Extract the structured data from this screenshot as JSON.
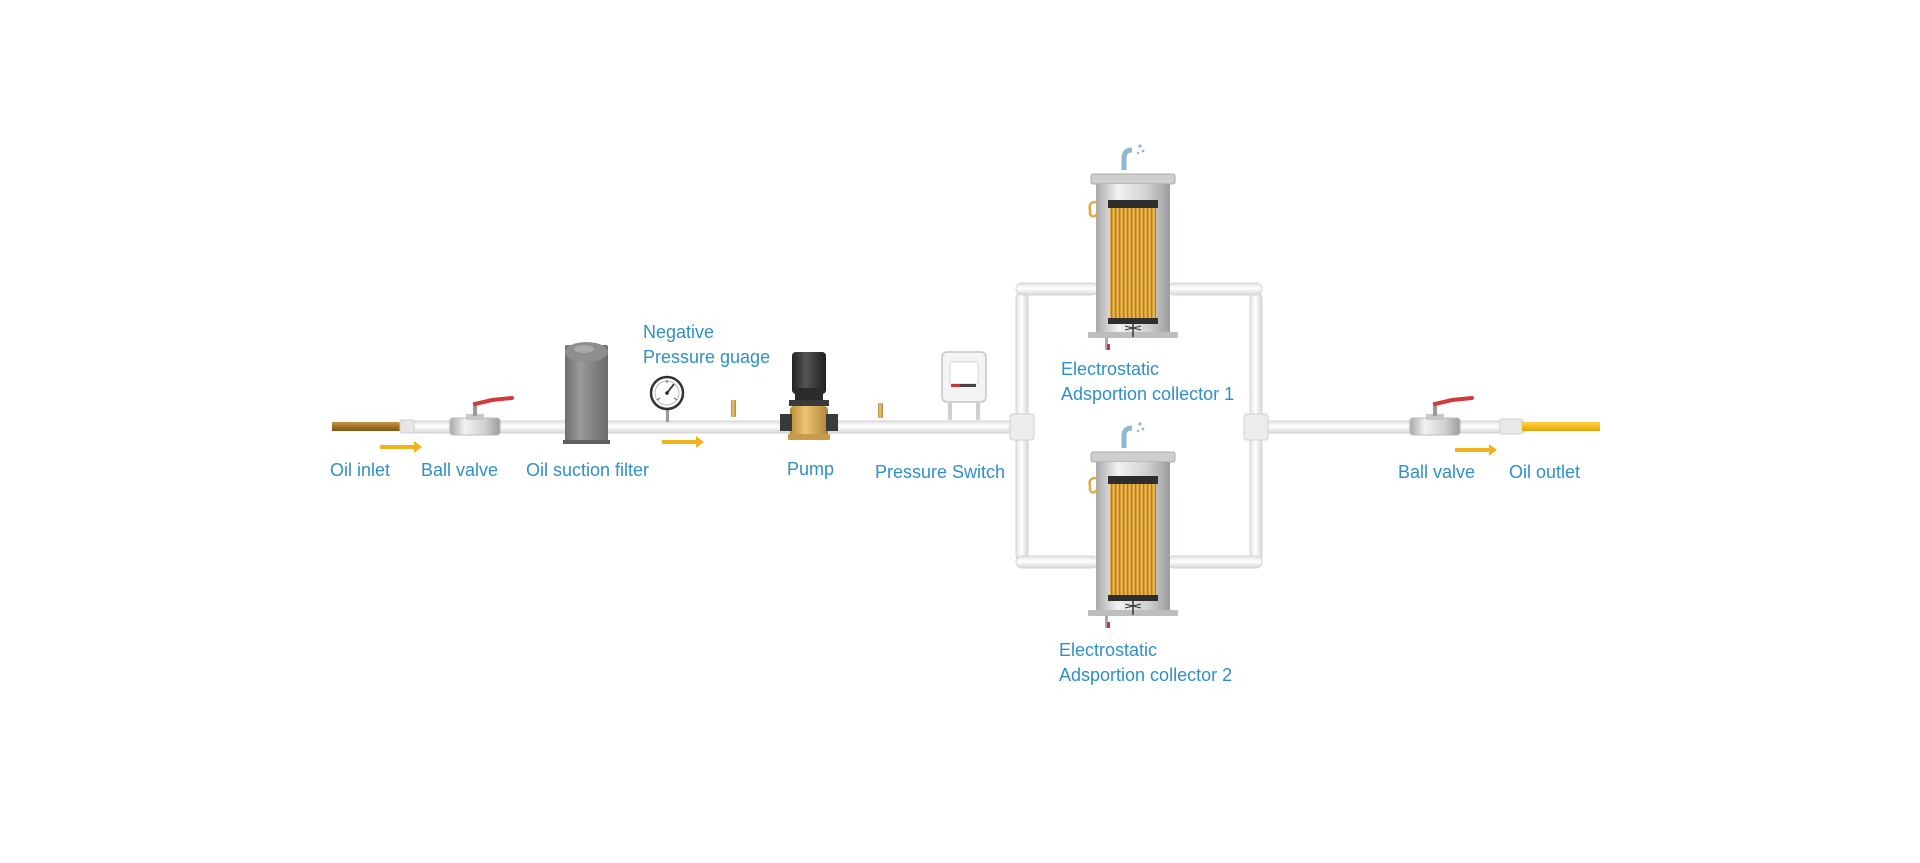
{
  "labels": {
    "oil_inlet": "Oil inlet",
    "ball_valve_1": "Ball valve",
    "oil_suction_filter": "Oil suction filter",
    "negative_pressure_gauge": [
      "Negative",
      "Pressure guage"
    ],
    "pump": "Pump",
    "pressure_switch": "Pressure Switch",
    "collector_1": [
      "Electrostatic",
      "Adsportion collector 1"
    ],
    "collector_2": [
      "Electrostatic",
      "Adsportion collector 2"
    ],
    "ball_valve_2": "Ball valve",
    "oil_outlet": "Oil outlet"
  },
  "colors": {
    "label": "#2f8fc8",
    "arrow": "#f2b21c",
    "pipe": "#f4f4f4",
    "pipe_edge": "#d8d8d8",
    "inlet_pipe": "#a87a2a",
    "outlet_pipe": "#f5bd1f",
    "filter_body": "#8a8a8a",
    "pump_motor": "#3a3a3a",
    "pump_body": "#d9b05c",
    "cartridge": "#e0a93c",
    "valve_handle": "#d23a3a"
  },
  "icons": {
    "flow_arrow": "arrow-right-icon",
    "gauge": "pressure-gauge-icon",
    "valve": "ball-valve-icon"
  }
}
